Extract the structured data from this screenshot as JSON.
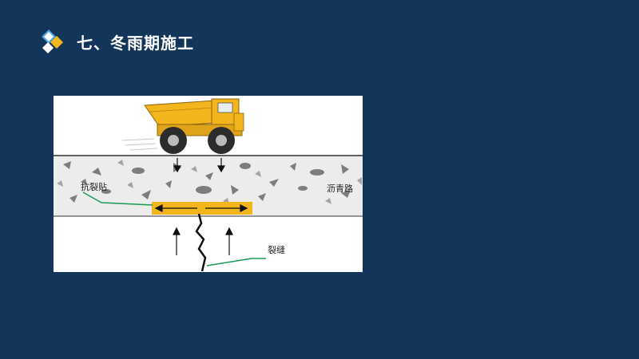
{
  "header": {
    "title": "七、冬雨期施工"
  },
  "figure": {
    "labels": {
      "anti_crack": "抗裂贴",
      "asphalt": "沥青路",
      "crack": "裂缝"
    }
  },
  "colors": {
    "background": "#14355a",
    "accent_yellow": "#f2b61c",
    "line_green": "#1a9a55"
  }
}
